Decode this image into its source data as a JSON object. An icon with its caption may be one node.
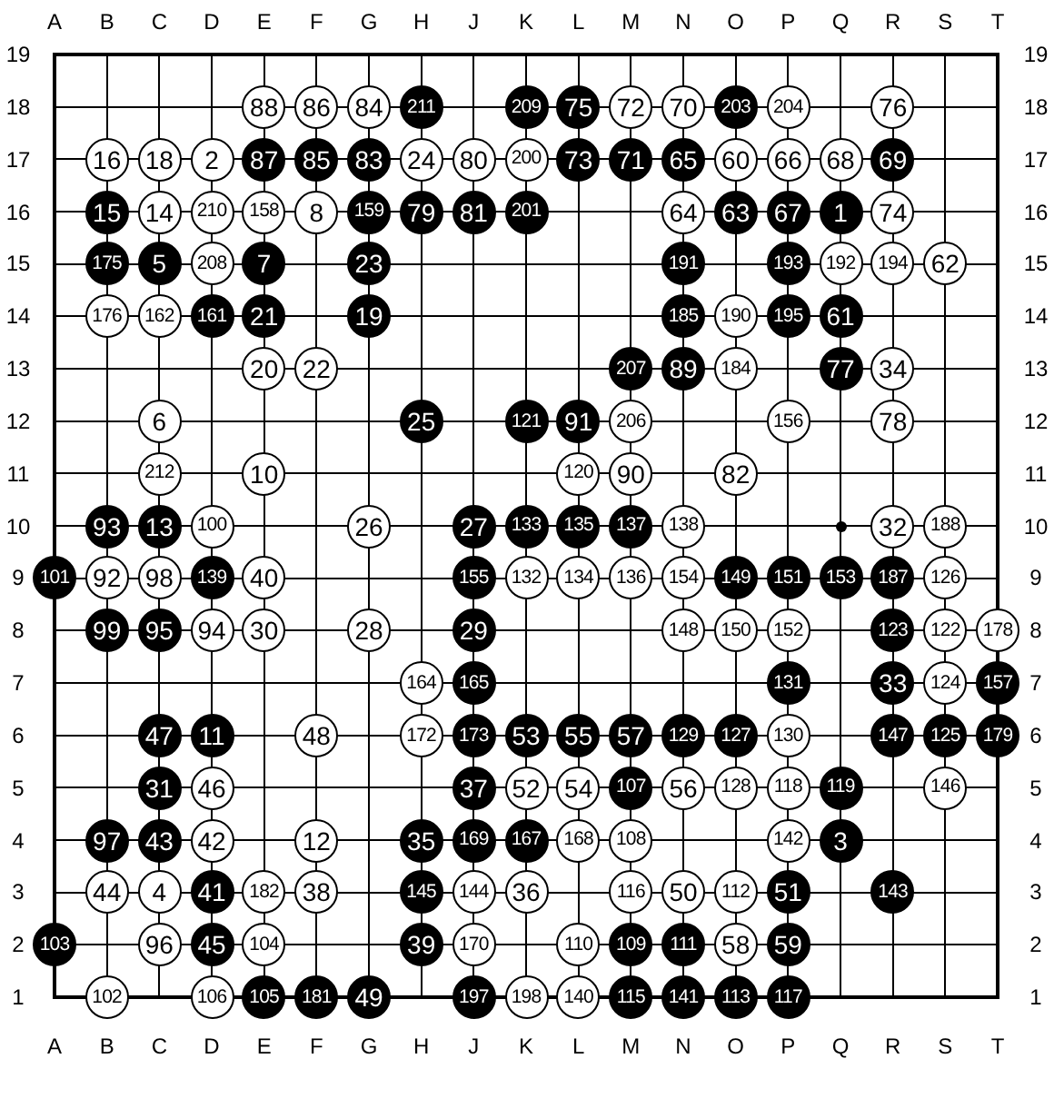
{
  "diagram": {
    "nodes": [
      {
        "text": [
          "88"
        ]
      },
      {
        "text": [
          "86"
        ]
      },
      {
        "text": [
          "84"
        ]
      },
      {
        "text": [
          "211"
        ]
      },
      {
        "text": [
          "209"
        ]
      },
      {
        "text": [
          "75"
        ]
      },
      {
        "text": [
          "72"
        ]
      },
      {
        "text": [
          "70"
        ]
      },
      {
        "text": [
          "203"
        ]
      },
      {
        "text": [
          "204"
        ]
      },
      {
        "text": [
          "76"
        ]
      },
      {
        "text": [
          "16"
        ]
      },
      {
        "text": [
          "18"
        ]
      },
      {
        "text": [
          "2"
        ]
      },
      {
        "text": [
          "87"
        ]
      },
      {
        "text": [
          "85"
        ]
      },
      {
        "text": [
          "83"
        ]
      },
      {
        "text": [
          "24"
        ]
      },
      {
        "text": [
          "80"
        ]
      },
      {
        "text": [
          "200"
        ]
      },
      {
        "text": [
          "73"
        ]
      },
      {
        "text": [
          "71"
        ]
      },
      {
        "text": [
          "65"
        ]
      },
      {
        "text": [
          "60"
        ]
      },
      {
        "text": [
          "66"
        ]
      },
      {
        "text": [
          "68"
        ]
      },
      {
        "text": [
          "69"
        ]
      },
      {
        "text": [
          "15"
        ]
      },
      {
        "text": [
          "14"
        ]
      },
      {
        "text": [
          "210"
        ]
      },
      {
        "text": [
          "158"
        ]
      },
      {
        "text": [
          "8"
        ]
      },
      {
        "text": [
          "159"
        ]
      },
      {
        "text": [
          "79"
        ]
      },
      {
        "text": [
          "81"
        ]
      },
      {
        "text": [
          "201"
        ]
      },
      {
        "text": [
          "64"
        ]
      },
      {
        "text": [
          "63"
        ]
      },
      {
        "text": [
          "67"
        ]
      },
      {
        "text": [
          "1"
        ]
      },
      {
        "text": [
          "74"
        ]
      },
      {
        "text": [
          "175"
        ]
      },
      {
        "text": [
          "5"
        ]
      },
      {
        "text": [
          "208"
        ]
      },
      {
        "text": [
          "7"
        ]
      },
      {
        "text": [
          "23"
        ]
      },
      {
        "text": [
          "191"
        ]
      },
      {
        "text": [
          "193"
        ]
      },
      {
        "text": [
          "192"
        ]
      },
      {
        "text": [
          "194"
        ]
      },
      {
        "text": [
          "62"
        ]
      },
      {
        "text": [
          "176"
        ]
      },
      {
        "text": [
          "162"
        ]
      },
      {
        "text": [
          "161"
        ]
      },
      {
        "text": [
          "21"
        ]
      },
      {
        "text": [
          "19"
        ]
      },
      {
        "text": [
          "185"
        ]
      },
      {
        "text": [
          "190"
        ]
      },
      {
        "text": [
          "195"
        ]
      },
      {
        "text": [
          "61"
        ]
      },
      {
        "text": [
          "20"
        ]
      },
      {
        "text": [
          "22"
        ]
      },
      {
        "text": [
          "207"
        ]
      },
      {
        "text": [
          "89"
        ]
      },
      {
        "text": [
          "184"
        ]
      },
      {
        "text": [
          "77"
        ]
      },
      {
        "text": [
          "34"
        ]
      },
      {
        "text": [
          "6"
        ]
      },
      {
        "text": [
          "25"
        ]
      },
      {
        "text": [
          "121"
        ]
      },
      {
        "text": [
          "91"
        ]
      },
      {
        "text": [
          "206"
        ]
      },
      {
        "text": [
          "156"
        ]
      },
      {
        "text": [
          "78"
        ]
      },
      {
        "text": [
          "212"
        ]
      },
      {
        "text": [
          "10"
        ]
      },
      {
        "text": [
          "120"
        ]
      },
      {
        "text": [
          "90"
        ]
      },
      {
        "text": [
          "82"
        ]
      },
      {
        "text": [
          "93"
        ]
      },
      {
        "text": [
          "13"
        ]
      },
      {
        "text": [
          "100"
        ]
      },
      {
        "text": [
          "26"
        ]
      },
      {
        "text": [
          "27"
        ]
      },
      {
        "text": [
          "133"
        ]
      },
      {
        "text": [
          "135"
        ]
      },
      {
        "text": [
          "137"
        ]
      },
      {
        "text": [
          "138"
        ]
      },
      {
        "text": [
          "32"
        ]
      },
      {
        "text": [
          "188"
        ]
      },
      {
        "text": [
          "101"
        ]
      },
      {
        "text": [
          "92"
        ]
      },
      {
        "text": [
          "98"
        ]
      },
      {
        "text": [
          "139"
        ]
      },
      {
        "text": [
          "40"
        ]
      },
      {
        "text": [
          "155"
        ]
      },
      {
        "text": [
          "132"
        ]
      },
      {
        "text": [
          "134"
        ]
      },
      {
        "text": [
          "136"
        ]
      },
      {
        "text": [
          "154"
        ]
      },
      {
        "text": [
          "149"
        ]
      },
      {
        "text": [
          "151"
        ]
      },
      {
        "text": [
          "153"
        ]
      },
      {
        "text": [
          "187"
        ]
      },
      {
        "text": [
          "126"
        ]
      },
      {
        "text": [
          "99"
        ]
      },
      {
        "text": [
          "95"
        ]
      },
      {
        "text": [
          "94"
        ]
      },
      {
        "text": [
          "30"
        ]
      },
      {
        "text": [
          "28"
        ]
      },
      {
        "text": [
          "29"
        ]
      },
      {
        "text": [
          "148"
        ]
      },
      {
        "text": [
          "150"
        ]
      },
      {
        "text": [
          "152"
        ]
      },
      {
        "text": [
          "123"
        ]
      },
      {
        "text": [
          "122"
        ]
      },
      {
        "text": [
          "178"
        ]
      },
      {
        "text": [
          "164"
        ]
      },
      {
        "text": [
          "165"
        ]
      },
      {
        "text": [
          "131"
        ]
      },
      {
        "text": [
          "33"
        ]
      },
      {
        "text": [
          "124"
        ]
      },
      {
        "text": [
          "157"
        ]
      },
      {
        "text": [
          "47"
        ]
      },
      {
        "text": [
          "11"
        ]
      },
      {
        "text": [
          "48"
        ]
      },
      {
        "text": [
          "172"
        ]
      },
      {
        "text": [
          "173"
        ]
      },
      {
        "text": [
          "53"
        ]
      },
      {
        "text": [
          "55"
        ]
      },
      {
        "text": [
          "57"
        ]
      },
      {
        "text": [
          "129"
        ]
      },
      {
        "text": [
          "127"
        ]
      },
      {
        "text": [
          "130"
        ]
      },
      {
        "text": [
          "147"
        ]
      },
      {
        "text": [
          "125"
        ]
      },
      {
        "text": [
          "179"
        ]
      },
      {
        "text": [
          "31"
        ]
      },
      {
        "text": [
          "46"
        ]
      },
      {
        "text": [
          "37"
        ]
      },
      {
        "text": [
          "52"
        ]
      },
      {
        "text": [
          "54"
        ]
      },
      {
        "text": [
          "107"
        ]
      },
      {
        "text": [
          "56"
        ]
      },
      {
        "text": [
          "128"
        ]
      },
      {
        "text": [
          "118"
        ]
      },
      {
        "text": [
          "119"
        ]
      },
      {
        "text": [
          "146"
        ]
      },
      {
        "text": [
          "97"
        ]
      },
      {
        "text": [
          "43"
        ]
      },
      {
        "text": [
          "42"
        ]
      },
      {
        "text": [
          "12"
        ]
      },
      {
        "text": [
          "35"
        ]
      },
      {
        "text": [
          "169"
        ]
      },
      {
        "text": [
          "167"
        ]
      },
      {
        "text": [
          "168"
        ]
      },
      {
        "text": [
          "108"
        ]
      },
      {
        "text": [
          "142"
        ]
      },
      {
        "text": [
          "3"
        ]
      },
      {
        "text": [
          "44"
        ]
      },
      {
        "text": [
          "4"
        ]
      },
      {
        "text": [
          "41"
        ]
      },
      {
        "text": [
          "182"
        ]
      },
      {
        "text": [
          "38"
        ]
      },
      {
        "text": [
          "145"
        ]
      },
      {
        "text": [
          "144"
        ]
      },
      {
        "text": [
          "36"
        ]
      },
      {
        "text": [
          "116"
        ]
      },
      {
        "text": [
          "50"
        ]
      },
      {
        "text": [
          "112"
        ]
      },
      {
        "text": [
          "51"
        ]
      },
      {
        "text": [
          "143"
        ]
      },
      {
        "text": [
          "103"
        ]
      },
      {
        "text": [
          "96"
        ]
      },
      {
        "text": [
          "45"
        ]
      },
      {
        "text": [
          "104"
        ]
      },
      {
        "text": [
          "39"
        ]
      },
      {
        "text": [
          "170"
        ]
      },
      {
        "text": [
          "110"
        ]
      },
      {
        "text": [
          "109"
        ]
      },
      {
        "text": [
          "111"
        ]
      },
      {
        "text": [
          "58"
        ]
      },
      {
        "text": [
          "59"
        ]
      },
      {
        "text": [
          "102"
        ]
      },
      {
        "text": [
          "106"
        ]
      },
      {
        "text": [
          "105"
        ]
      },
      {
        "text": [
          "181"
        ]
      },
      {
        "text": [
          "49"
        ]
      },
      {
        "text": [
          "197"
        ]
      },
      {
        "text": [
          "198"
        ]
      },
      {
        "text": [
          "140"
        ]
      },
      {
        "text": [
          "115"
        ]
      },
      {
        "text": [
          "141"
        ]
      },
      {
        "text": [
          "113"
        ]
      },
      {
        "text": [
          "117"
        ]
      }
    ],
    "labels": [
      "A",
      "B",
      "C",
      "D",
      "E",
      "F",
      "G",
      "H",
      "J",
      "K",
      "L",
      "M",
      "N",
      "O",
      "P",
      "Q",
      "R",
      "S",
      "T",
      "19",
      "19",
      "18",
      "18",
      "17",
      "17",
      "16",
      "16",
      "15",
      "15",
      "14",
      "14",
      "13",
      "13",
      "12",
      "12",
      "11",
      "11",
      "10",
      "10",
      "9",
      "9",
      "8",
      "8",
      "7",
      "7",
      "6",
      "6",
      "5",
      "5",
      "4",
      "4",
      "3",
      "3",
      "2",
      "2",
      "1",
      "1",
      "A",
      "B",
      "C",
      "D",
      "E",
      "F",
      "G",
      "H",
      "J",
      "K",
      "L",
      "M",
      "N",
      "O",
      "P",
      "Q",
      "R",
      "S",
      "T"
    ]
  }
}
